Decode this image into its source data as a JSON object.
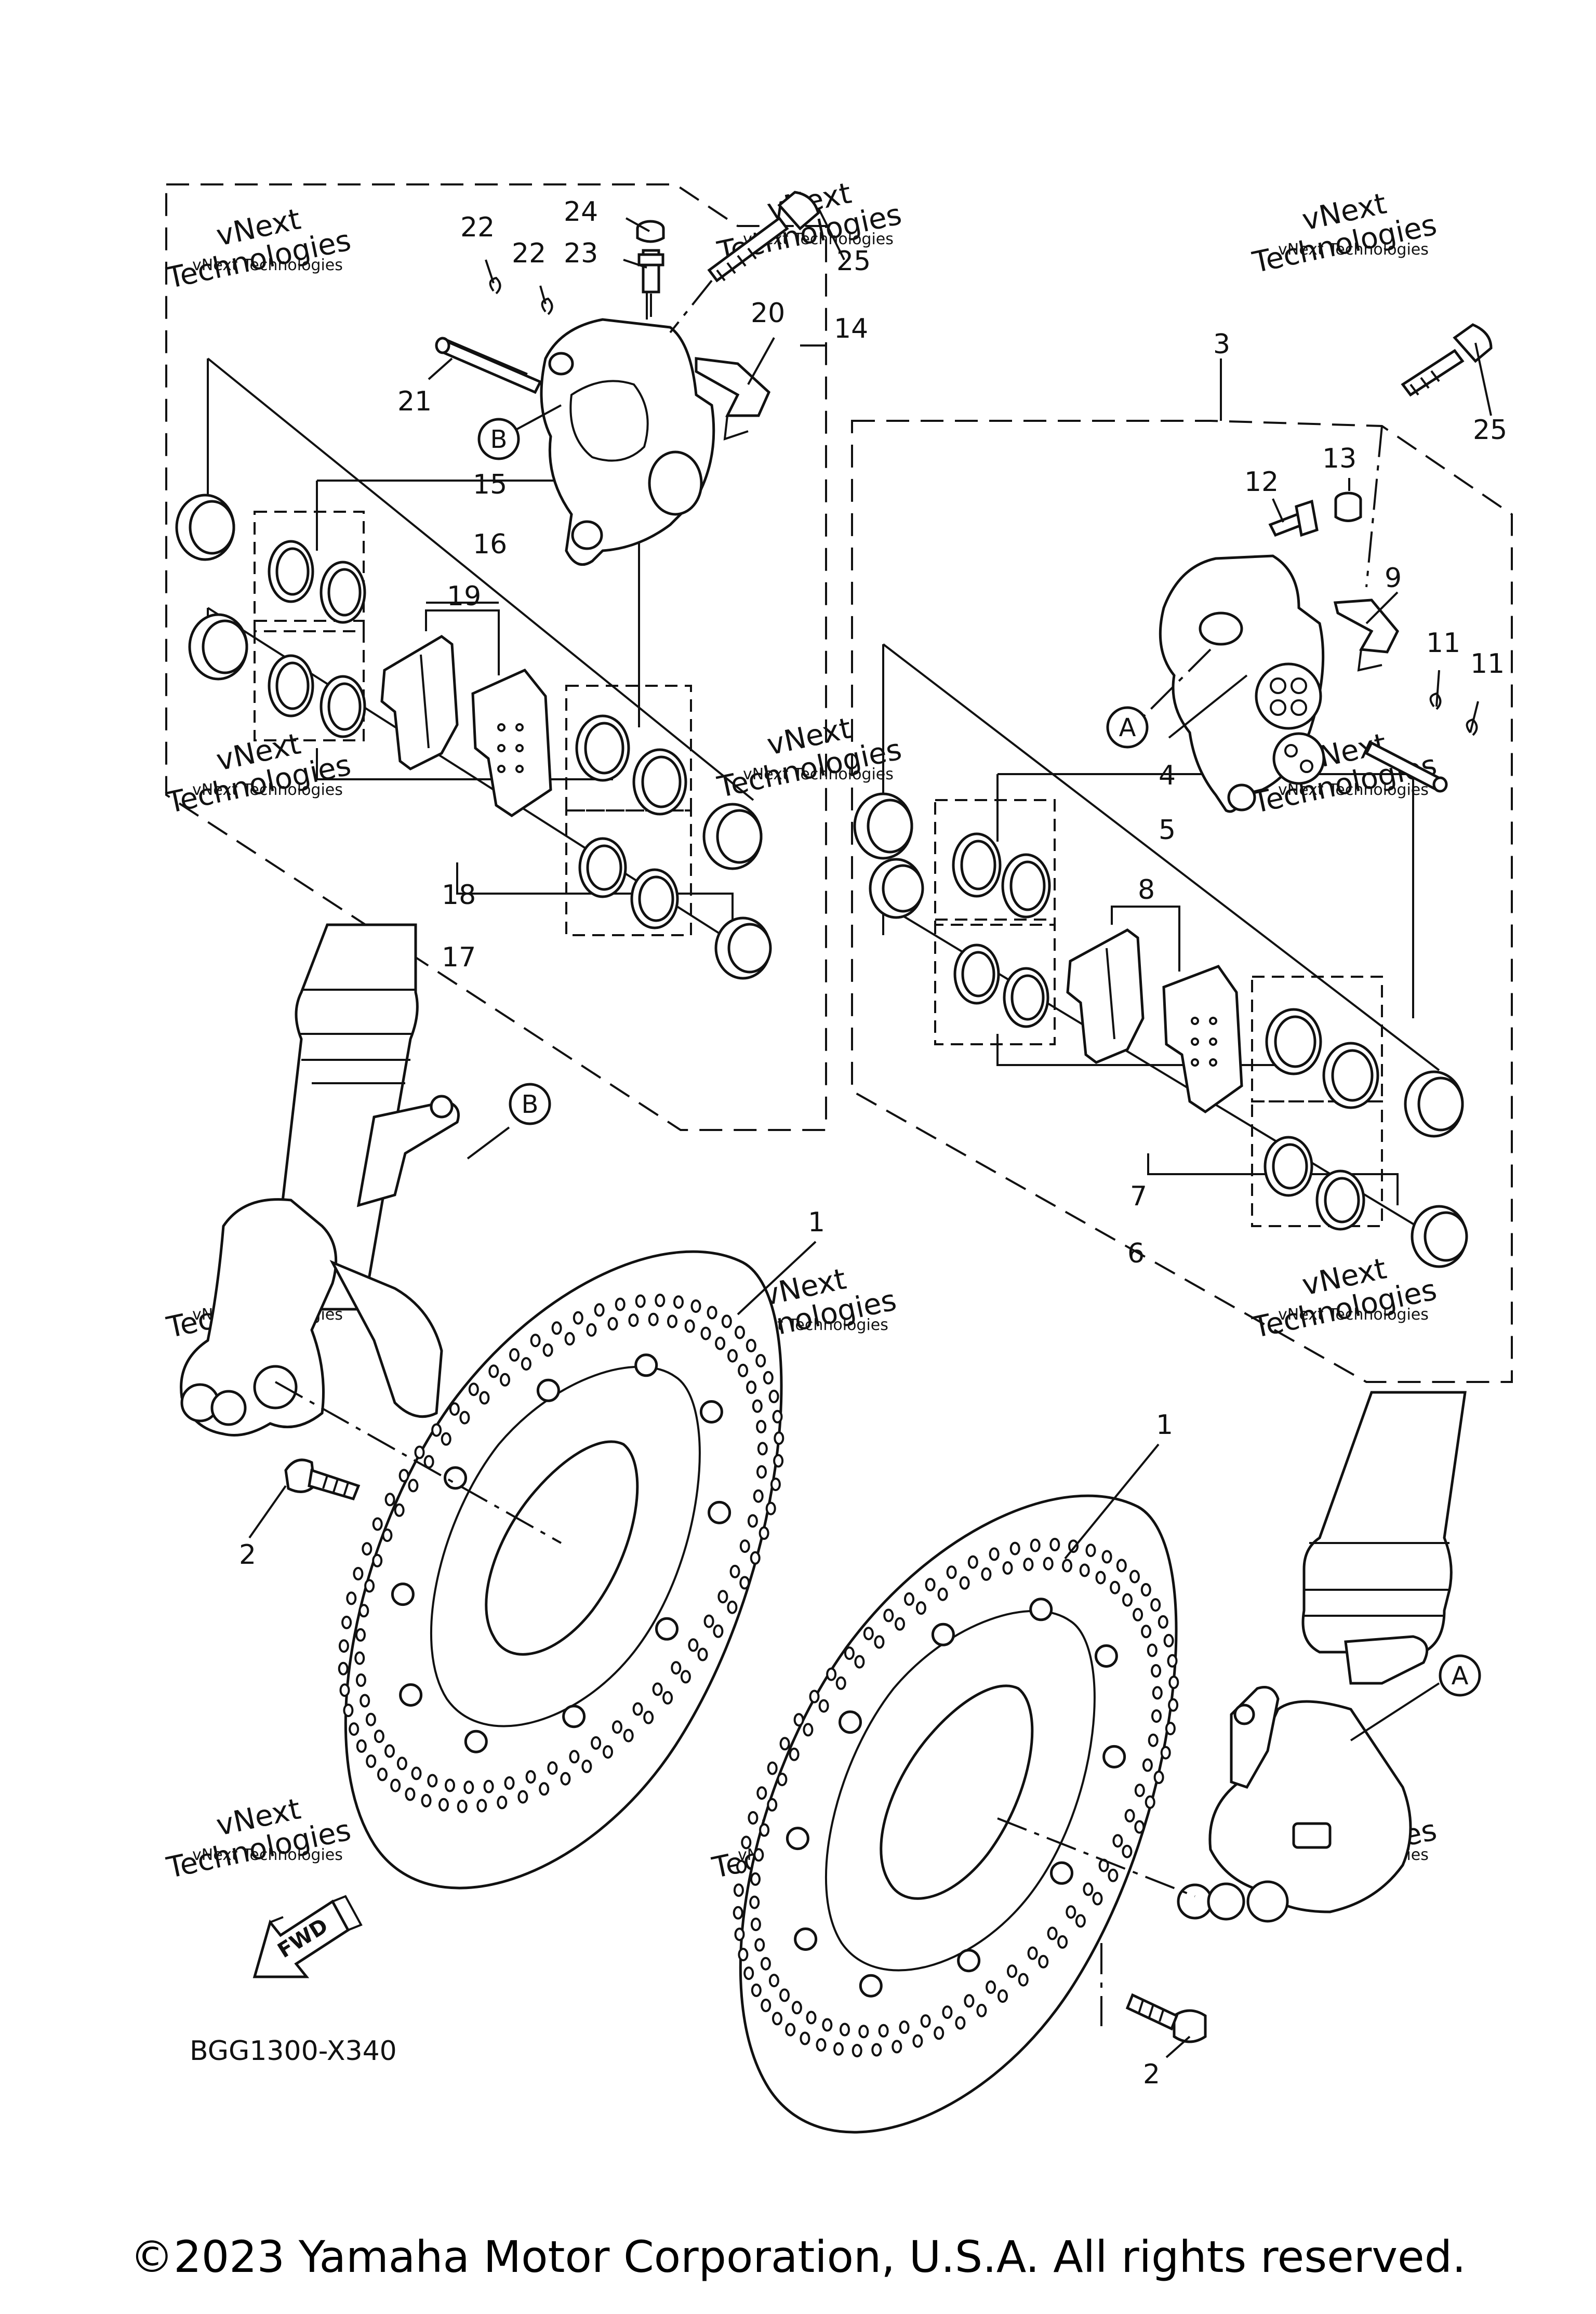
{
  "diagram_code": "BGG1300-X340",
  "copyright": "©2023 Yamaha Motor Corporation, U.S.A. All rights reserved.",
  "direction_label": "FWD",
  "watermark": {
    "line1": "vNext",
    "line2": "Technologies",
    "small": "vNext Technologies"
  },
  "reference_markers": [
    "A",
    "B"
  ],
  "part_callouts": [
    "1",
    "1",
    "2",
    "2",
    "3",
    "4",
    "5",
    "6",
    "7",
    "8",
    "9",
    "11",
    "11",
    "12",
    "13",
    "14",
    "15",
    "16",
    "17",
    "18",
    "19",
    "20",
    "21",
    "22",
    "22",
    "23",
    "24",
    "25",
    "25"
  ]
}
